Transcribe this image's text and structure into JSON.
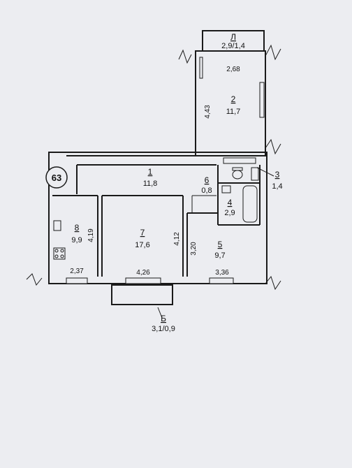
{
  "plan": {
    "building_number": "63",
    "rooms": [
      {
        "id": "r1",
        "number": "1",
        "area": "11,8"
      },
      {
        "id": "r2",
        "number": "2",
        "area": "11,7"
      },
      {
        "id": "r3",
        "number": "3",
        "area": "1,4"
      },
      {
        "id": "r4",
        "number": "4",
        "area": "2,9"
      },
      {
        "id": "r5",
        "number": "5",
        "area": "9,7"
      },
      {
        "id": "r6",
        "number": "6",
        "area": "0,8"
      },
      {
        "id": "r7",
        "number": "7",
        "area": "17,6"
      },
      {
        "id": "r8",
        "number": "8",
        "area": "9,9"
      },
      {
        "id": "loggia",
        "number": "Л",
        "area": "2,9/1,4"
      },
      {
        "id": "balcony",
        "number": "Б",
        "area": "3,1/0,9"
      }
    ],
    "dimensions": {
      "r2_width": "2,68",
      "r2_length": "4,43",
      "r8_length": "4,19",
      "r8_width": "2,37",
      "r7_length": "4,12",
      "r7_width": "4,26",
      "r5_length": "3,20",
      "r5_width": "3,36"
    }
  }
}
